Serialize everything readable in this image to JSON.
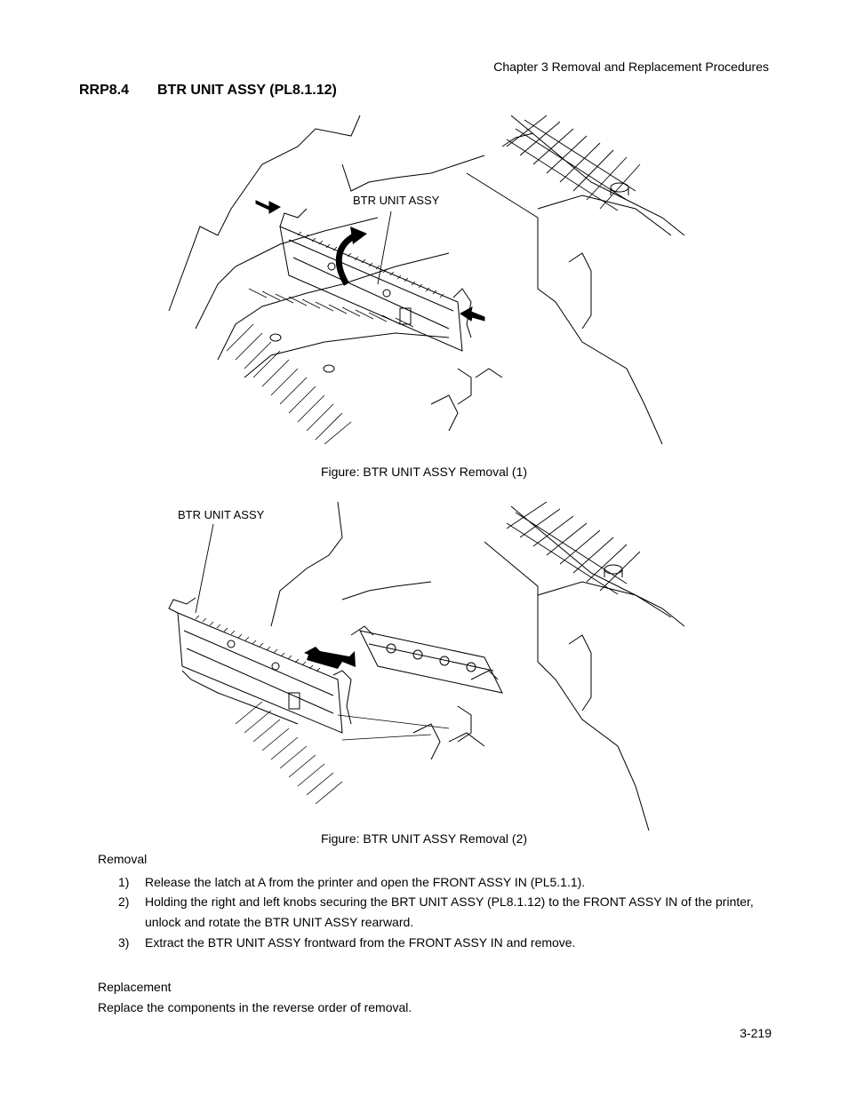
{
  "header": {
    "chapter": "Chapter 3  Removal and Replacement Procedures"
  },
  "section": {
    "number": "RRP8.4",
    "title": "BTR UNIT ASSY (PL8.1.12)"
  },
  "figures": [
    {
      "label": "BTR UNIT ASSY",
      "caption": "Figure: BTR UNIT ASSY Removal (1)"
    },
    {
      "label": "BTR UNIT ASSY",
      "caption": "Figure: BTR UNIT ASSY Removal (2)"
    }
  ],
  "removal": {
    "heading": "Removal",
    "steps": [
      {
        "n": "1)",
        "text": "Release the latch at A from the printer and open the FRONT ASSY IN (PL5.1.1)."
      },
      {
        "n": "2)",
        "text": "Holding the right and left knobs securing the BRT UNIT ASSY (PL8.1.12) to the FRONT ASSY IN of the printer, unlock and rotate the BTR UNIT ASSY rearward."
      },
      {
        "n": "3)",
        "text": "Extract the BTR UNIT ASSY frontward from the FRONT ASSY IN and remove."
      }
    ]
  },
  "replacement": {
    "heading": "Replacement",
    "text": "Replace the components in the reverse order of removal."
  },
  "page_number": "3-219"
}
